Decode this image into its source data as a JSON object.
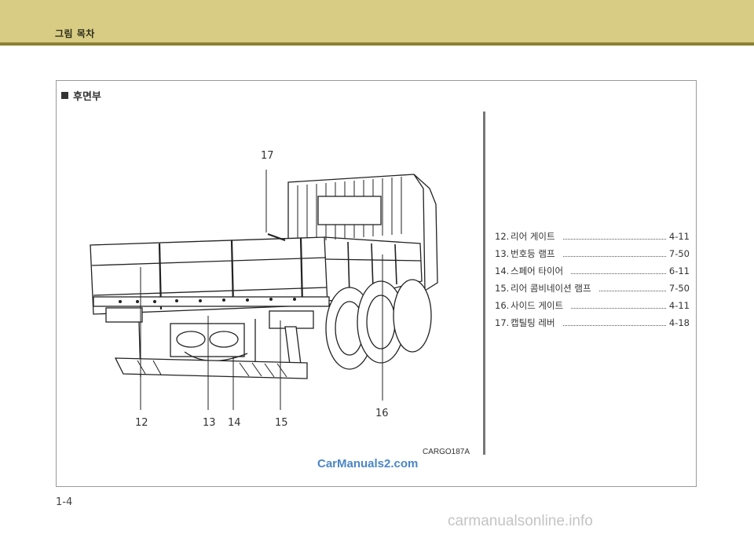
{
  "header": {
    "title": "그림 목차"
  },
  "section": {
    "title": "후면부"
  },
  "figure": {
    "code": "CARGO187A"
  },
  "watermark": "CarManuals2.com",
  "bottom_watermark": "carmanualsonline.info",
  "page_number": "1-4",
  "callouts": [
    "12",
    "13",
    "14",
    "15",
    "16",
    "17"
  ],
  "toc": [
    {
      "num": "12.",
      "label": "리어 게이트",
      "page": "4-11"
    },
    {
      "num": "13.",
      "label": "번호등 램프",
      "page": "7-50"
    },
    {
      "num": "14.",
      "label": "스페어 타이어",
      "page": "6-11"
    },
    {
      "num": "15.",
      "label": "리어 콤비네이션 램프",
      "page": "7-50"
    },
    {
      "num": "16.",
      "label": "사이드 게이트",
      "page": "4-11"
    },
    {
      "num": "17.",
      "label": "캡틸팅 레버",
      "page": "4-18"
    }
  ],
  "colors": {
    "header_band": "#d8cc84",
    "header_rule": "#8a8233",
    "watermark": "#4a86c6"
  }
}
